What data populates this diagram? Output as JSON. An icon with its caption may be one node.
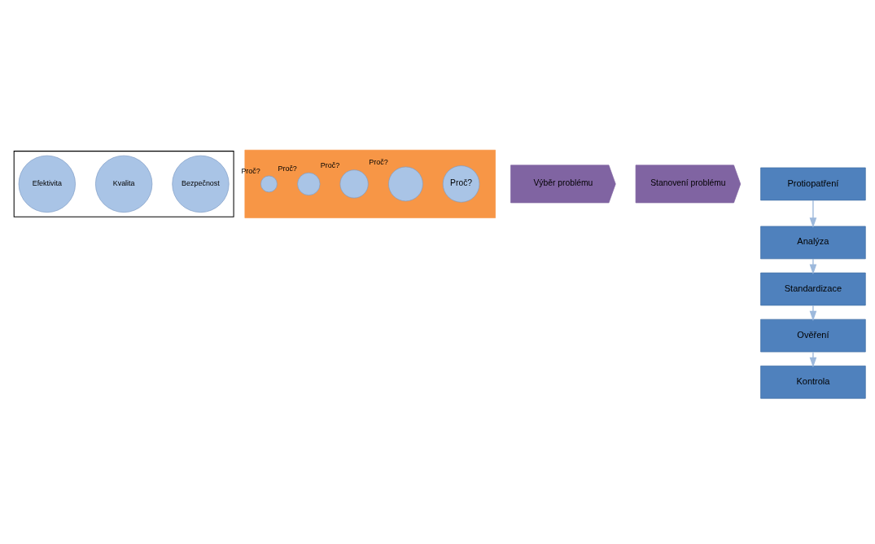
{
  "diagram": {
    "nodes": [
      {
        "text": [],
        "shape": "pentagon"
      },
      {
        "text": [
          "Bezpečnost"
        ],
        "in": 0
      },
      {
        "text": [
          "Kvalita"
        ],
        "in": 0
      },
      {
        "text": [
          "Efektivita"
        ],
        "in": 0
      },
      {
        "text": [],
        "shape": "arrow"
      },
      {
        "text": [
          "Proč?"
        ],
        "in": 4
      },
      {
        "text": [],
        "shape": "circle",
        "in": 4,
        "beside": [
          "Proč?"
        ]
      },
      {
        "text": [],
        "shape": "circle",
        "in": 4,
        "beside": [
          "Proč?"
        ]
      },
      {
        "text": [],
        "shape": "circle",
        "in": 4,
        "beside": [
          "Proč?"
        ]
      },
      {
        "text": [],
        "shape": "circle",
        "in": 4,
        "beside": [
          "Proč?"
        ]
      },
      {
        "text": [
          "Výběr problému"
        ]
      },
      {
        "text": [
          "Stanovení problému"
        ]
      },
      {
        "text": [
          "Protiopatření"
        ]
      },
      {
        "text": [
          "Analýza"
        ]
      },
      {
        "text": [
          "Standardizace"
        ]
      },
      {
        "text": [
          "Ověření"
        ]
      },
      {
        "text": [
          "Kontrola"
        ]
      }
    ],
    "edges": [
      {
        "from": 12,
        "to": 13,
        "arrow": "to"
      },
      {
        "from": 13,
        "to": 14,
        "arrow": "to"
      },
      {
        "from": 14,
        "to": 15,
        "arrow": "to"
      },
      {
        "from": 15,
        "to": 16,
        "arrow": "to"
      }
    ]
  }
}
